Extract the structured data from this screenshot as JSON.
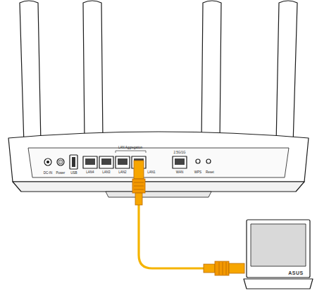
{
  "diagram": {
    "labels": [
      "DC-IN",
      "Power",
      "USB",
      "LAN Aggregation",
      "LAN4",
      "LAN3",
      "LAN2",
      "LAN1",
      "2.5G/1G",
      "WAN",
      "WPS",
      "Reset",
      "ASUS"
    ]
  }
}
